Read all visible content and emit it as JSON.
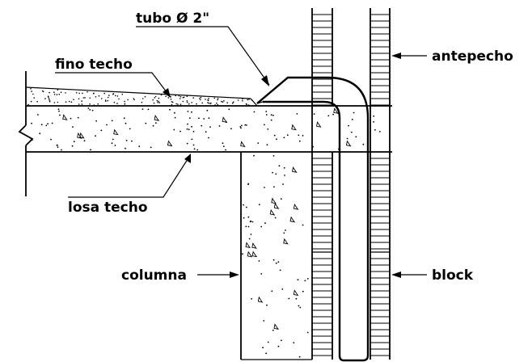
{
  "labels": {
    "tubo": "tubo Ø 2\"",
    "antepecho": "antepecho",
    "fino_techo": "fino techo",
    "losa_techo": "losa techo",
    "columna": "columna",
    "block": "block"
  }
}
